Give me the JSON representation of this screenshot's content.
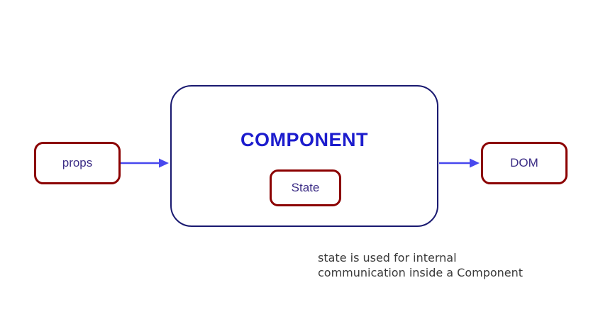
{
  "diagram": {
    "component": {
      "title": "COMPONENT"
    },
    "nodes": {
      "props": "props",
      "state": "State",
      "dom": "DOM"
    },
    "caption": {
      "line1": "state is used for internal",
      "line2": "communication inside a Component"
    },
    "colors": {
      "background": "#ffffff",
      "node_border": "#8b0000",
      "component_border": "#191970",
      "component_title": "#1c1ccd",
      "node_text": "#3b2c85",
      "arrow": "#4848ee",
      "caption_text": "#3a3a3a"
    }
  }
}
